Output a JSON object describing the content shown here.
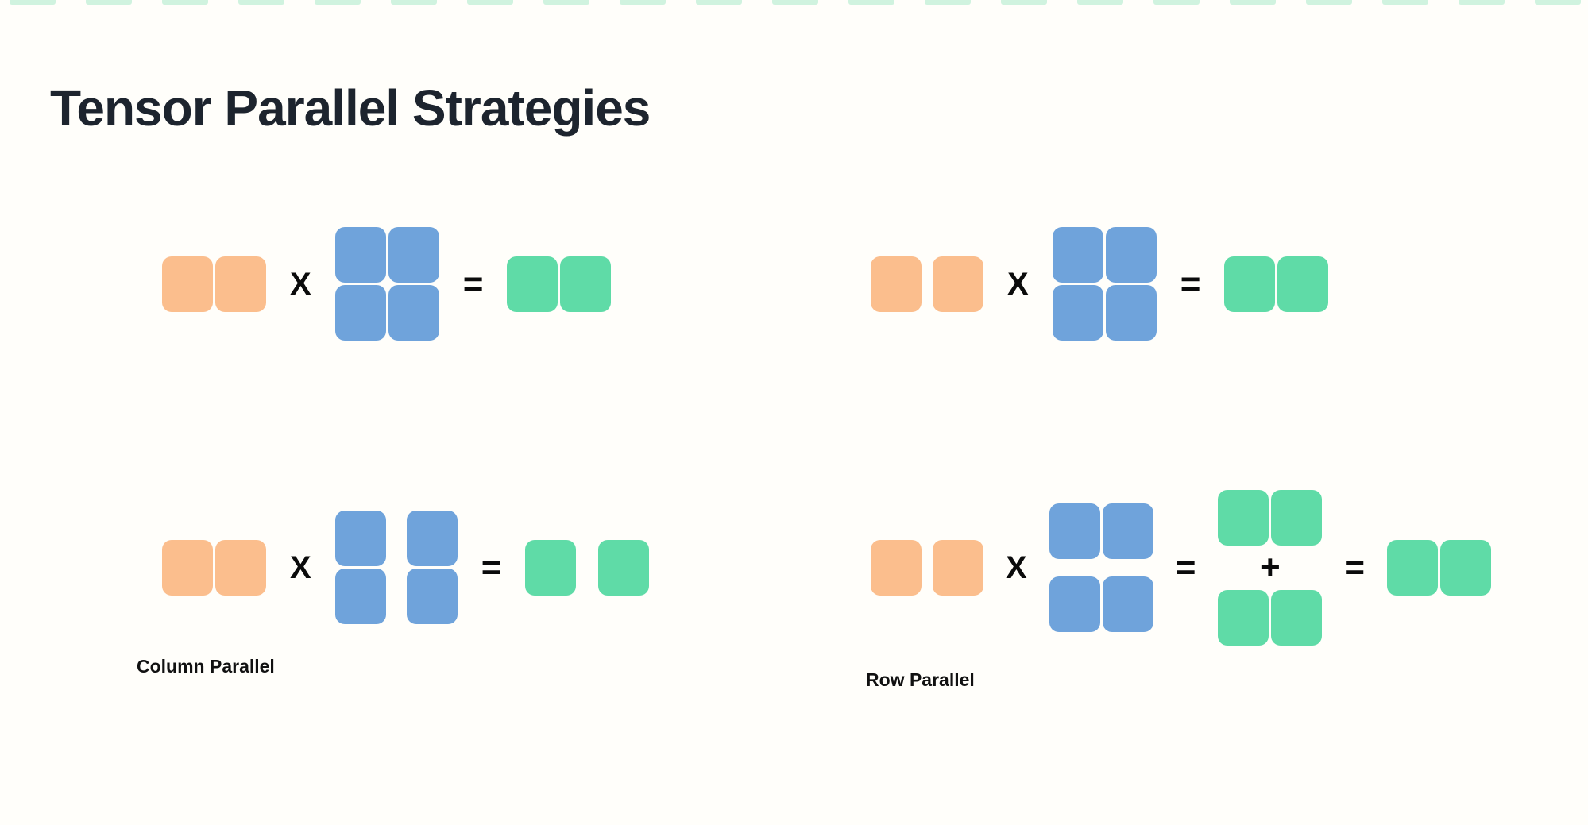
{
  "title": "Tensor Parallel Strategies",
  "operators": {
    "multiply": "X",
    "equals": "=",
    "plus": "+"
  },
  "colors": {
    "input": "#FBBE8D",
    "weight": "#6FA3DB",
    "output": "#5FDBA7",
    "title_text": "#1D242E",
    "label_text": "#111111",
    "background": "#FFFEFA",
    "top_strip": "rgba(98,217,162,0.30)"
  },
  "top_strip": {
    "count": 21
  },
  "diagrams": [
    {
      "id": "dense-baseline-left",
      "label": "",
      "input_blocks": 2,
      "input_split": false,
      "weight_layout": "2x2",
      "weight_split": "none",
      "output_blocks": 2,
      "output_split": false
    },
    {
      "id": "dense-baseline-right",
      "label": "",
      "input_blocks": 2,
      "input_split": true,
      "weight_layout": "2x2",
      "weight_split": "none",
      "output_blocks": 2,
      "output_split": false
    },
    {
      "id": "column-parallel",
      "label": "Column Parallel",
      "input_blocks": 2,
      "input_split": false,
      "weight_layout": "2x2",
      "weight_split": "columns",
      "output_blocks": 2,
      "output_split": true
    },
    {
      "id": "row-parallel",
      "label": "Row Parallel",
      "input_blocks": 2,
      "input_split": true,
      "weight_layout": "2x2",
      "weight_split": "rows",
      "partial_outputs": 2,
      "partial_output_blocks": 2,
      "final_output_blocks": 2
    }
  ]
}
